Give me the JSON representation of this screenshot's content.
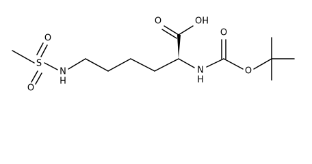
{
  "molecule": {
    "atoms": {
      "o_sulfonyl_top": "O",
      "sulfur": "S",
      "o_sulfonyl_bottom": "O",
      "nh_sulfonamide": "N",
      "h_sulfonamide": "H",
      "o_carbonyl_acid": "O",
      "oh_acid": "OH",
      "nh_carbamate": "N",
      "h_carbamate": "H",
      "o_carbonyl_carbamate": "O",
      "o_ester_carbamate": "O"
    }
  }
}
